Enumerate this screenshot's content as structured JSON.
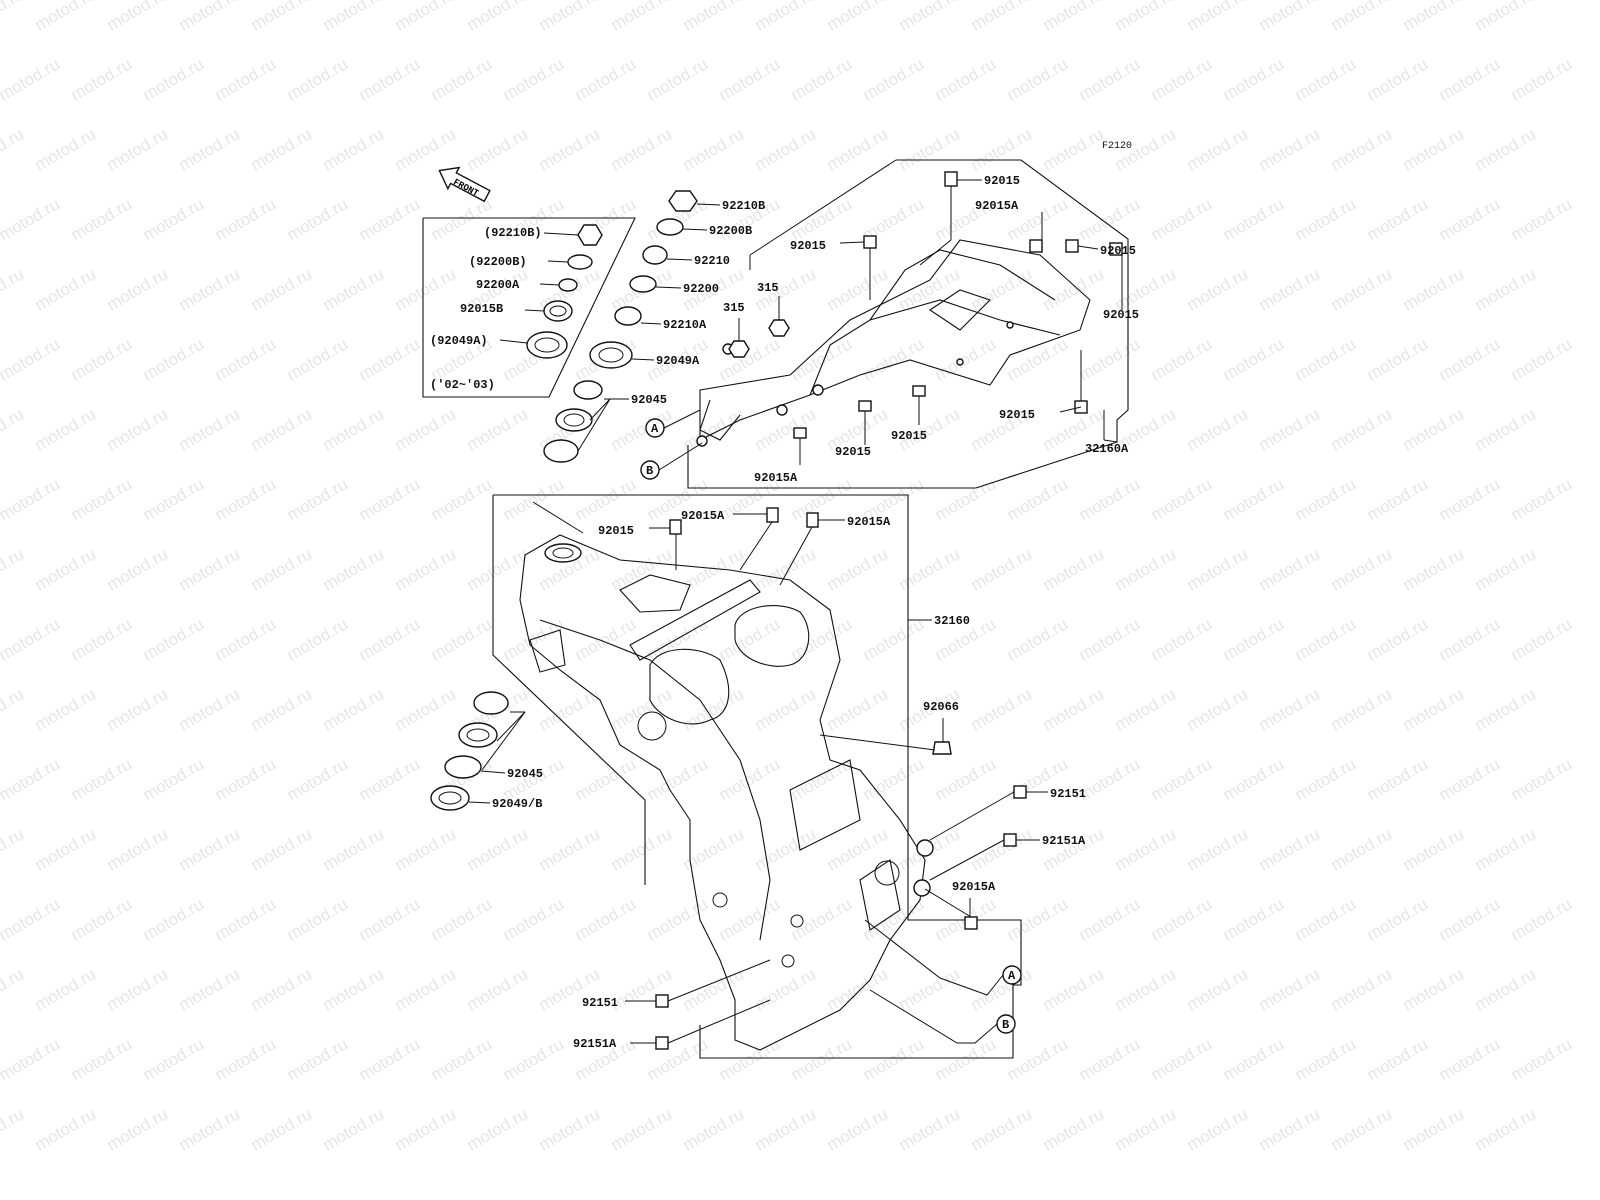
{
  "diagram_code": "F2120",
  "front_label": "FRONT",
  "inset": {
    "labels": [
      "(92210B)",
      "(92200B)",
      "92200A",
      "92015B",
      "(92049A)"
    ],
    "years": "('02~'03)"
  },
  "ref_markers": [
    "A",
    "B"
  ],
  "callouts": {
    "nut_92210B": "92210B",
    "washer_92200B": "92200B",
    "nut_92210": "92210",
    "washer_92200": "92200",
    "nut_92210A": "92210A",
    "seal_92049A": "92049A",
    "bearing_92045_top": "92045",
    "nut_315_a": "315",
    "nut_315_b": "315",
    "subframe_92015_top": "92015",
    "subframe_92015A_top": "92015A",
    "subframe_92015_left": "92015",
    "subframe_92015_right_a": "92015",
    "subframe_92015_right_b": "92015",
    "subframe_92015_right_c": "92015",
    "subframe_92015_bottom_a": "92015",
    "subframe_92015_bottom_b": "92015",
    "subframe_92015A_bottom": "92015A",
    "subframe_32160A": "32160A",
    "frame_92015A_top": "92015A",
    "frame_92015": "92015",
    "frame_92015A_right": "92015A",
    "frame_32160": "32160",
    "frame_92066": "92066",
    "bearing_92045_bottom": "92045",
    "seal_92049B": "92049/B",
    "bolt_92151_right": "92151",
    "bolt_92151A_right": "92151A",
    "bolt_92015A_right": "92015A",
    "bolt_92151_left": "92151",
    "bolt_92151A_left": "92151A"
  },
  "watermark": "motod.ru"
}
